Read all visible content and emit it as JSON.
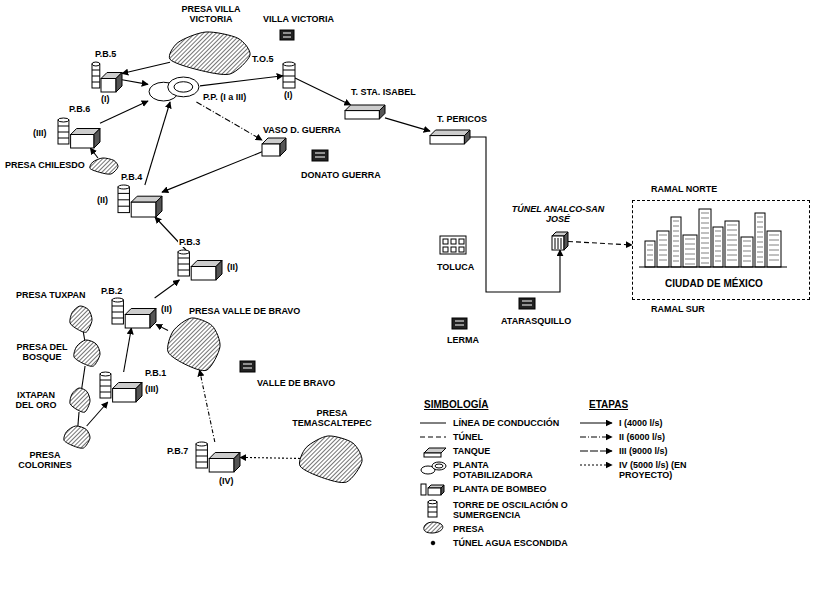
{
  "diagram": {
    "nodes": [
      {
        "text": [
          "PRESA VILLA VICTORIA"
        ]
      },
      {
        "text": [
          "T.O.5",
          "(I)"
        ]
      },
      {
        "text": [
          "P.B.5",
          "(I)"
        ]
      },
      {
        "text": [
          "P.P. (I a III)"
        ]
      },
      {
        "text": [
          "T. STA. ISABEL"
        ]
      },
      {
        "text": [
          "T. PERICOS"
        ]
      },
      {
        "text": [
          "P.B.6",
          "(III)"
        ]
      },
      {
        "text": [
          "PRESA CHILESDO"
        ]
      },
      {
        "text": [
          "VASO D. GUERRA"
        ]
      },
      {
        "text": [
          "P.B.4",
          "(II)"
        ]
      },
      {
        "text": [
          "P.B.3",
          "(II)"
        ]
      },
      {
        "text": [
          "TÚNEL ANALCO-SAN JOSÉ"
        ]
      },
      {
        "text": [
          "CIUDAD DE MÉXICO"
        ]
      },
      {
        "text": [
          "PRESA TUXPAN"
        ]
      },
      {
        "text": [
          "P.B.2",
          "(II)"
        ]
      },
      {
        "text": [
          "PRESA DEL BOSQUE"
        ]
      },
      {
        "text": [
          "PRESA VALLE DE BRAVO"
        ]
      },
      {
        "text": [
          "IXTAPAN DEL ORO"
        ]
      },
      {
        "text": [
          "P.B.1",
          "(III)"
        ]
      },
      {
        "text": [
          "PRESA COLORINES"
        ]
      },
      {
        "text": [
          "P.B.7",
          "(IV)"
        ]
      },
      {
        "text": [
          "PRESA TEMASCALTEPEC"
        ]
      }
    ],
    "edges": [
      {
        "from": 0,
        "to": 2,
        "arrow": "to"
      },
      {
        "from": 2,
        "to": 3,
        "arrow": "to"
      },
      {
        "from": 3,
        "to": 1,
        "arrow": "to"
      },
      {
        "from": 1,
        "to": 4,
        "arrow": "to"
      },
      {
        "from": 4,
        "to": 5,
        "arrow": "to"
      },
      {
        "from": 5,
        "to": 11,
        "arrow": "to"
      },
      {
        "from": 11,
        "to": 12,
        "arrow": "to"
      },
      {
        "from": 7,
        "to": 6,
        "arrow": "to"
      },
      {
        "from": 6,
        "to": 3,
        "arrow": "to"
      },
      {
        "from": 3,
        "to": 8,
        "arrow": "to"
      },
      {
        "from": 8,
        "to": 9,
        "arrow": "to"
      },
      {
        "from": 9,
        "to": 3,
        "arrow": "to"
      },
      {
        "from": 10,
        "to": 9,
        "arrow": "to"
      },
      {
        "from": 14,
        "to": 10,
        "arrow": "to"
      },
      {
        "from": 16,
        "to": 14,
        "arrow": "to"
      },
      {
        "from": 18,
        "to": 14,
        "arrow": "to"
      },
      {
        "from": 19,
        "to": 18,
        "arrow": "to"
      },
      {
        "from": 13,
        "to": 15,
        "arrow": "none"
      },
      {
        "from": 15,
        "to": 17,
        "arrow": "none"
      },
      {
        "from": 17,
        "to": 19,
        "arrow": "none"
      },
      {
        "from": 20,
        "to": 16,
        "arrow": "to"
      },
      {
        "from": 21,
        "to": 20,
        "arrow": "to"
      }
    ],
    "labels": [
      "VILLA VICTORIA",
      "DONATO GUERRA",
      "TOLUCA",
      "ATARASQUILLO",
      "LERMA",
      "VALLE DE BRAVO",
      "RAMAL NORTE",
      "RAMAL SUR",
      "SIMBOLOGÍA",
      "ETAPAS"
    ],
    "legend": [
      {
        "text": "LÍNEA DE CONDUCCIÓN"
      },
      {
        "text": "TÚNEL"
      },
      {
        "text": "TANQUE"
      },
      {
        "text": "PLANTA POTABILIZADORA"
      },
      {
        "text": "PLANTA DE BOMBEO"
      },
      {
        "text": "TORRE DE OSCILACIÓN O SUMERGENCIA"
      },
      {
        "text": "PRESA"
      },
      {
        "text": "TÚNEL AGUA ESCONDIDA"
      },
      {
        "text": "I (4000 l/s)"
      },
      {
        "text": "II (6000 l/s)"
      },
      {
        "text": "III (9000 l/s)"
      },
      {
        "text": "IV (5000 l/s) (EN PROYECTO)"
      }
    ]
  }
}
